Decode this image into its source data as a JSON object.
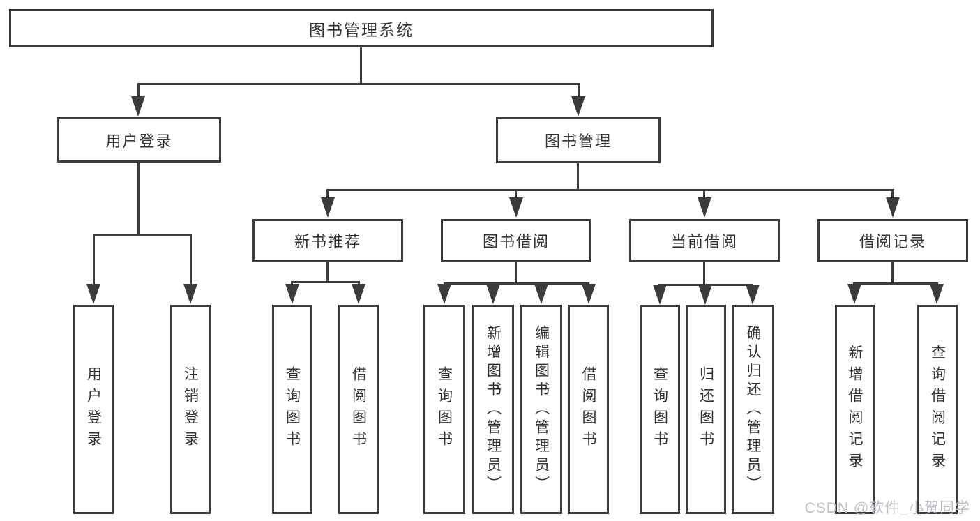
{
  "nodes": {
    "root": "图书管理系统",
    "l2": [
      "用户登录",
      "图书管理"
    ],
    "l3": [
      "新书推荐",
      "图书借阅",
      "当前借阅",
      "借阅记录"
    ],
    "leaves": {
      "login": [
        "用户登录",
        "注销登录"
      ],
      "newbook": [
        "查询图书",
        "借阅图书"
      ],
      "borrow": [
        "查询图书",
        "新增图书（管理员）",
        "编辑图书（管理员）",
        "借阅图书"
      ],
      "current": [
        "查询图书",
        "归还图书",
        "确认归还（管理员）"
      ],
      "records": [
        "新增借阅记录",
        "查询借阅记录"
      ]
    }
  },
  "watermark": "CSDN @软件_小贺同学",
  "colors": {
    "line": "#3b3b3b",
    "text": "#333333",
    "watermark": "#b6bbc1"
  }
}
